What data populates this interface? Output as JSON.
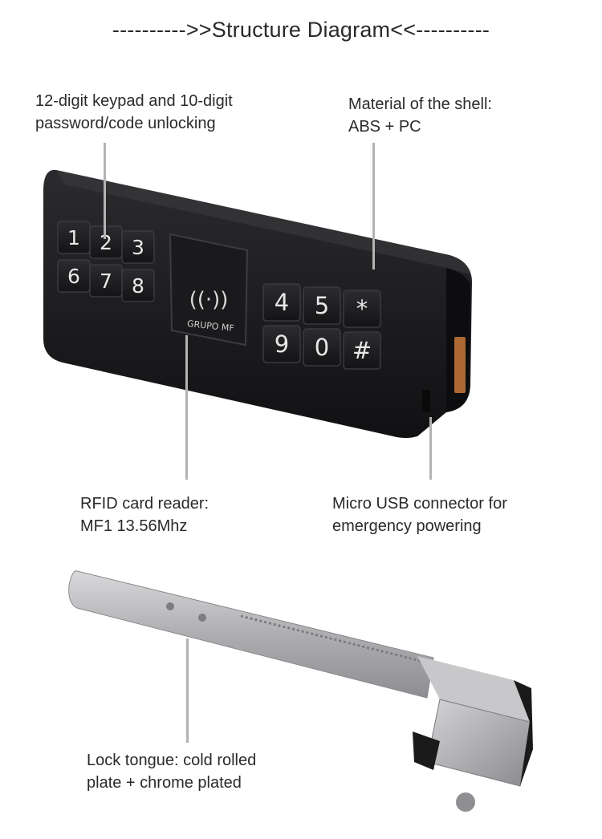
{
  "title": "---------->>Structure Diagram<<----------",
  "callouts": {
    "keypad": {
      "line1": "12-digit keypad and 10-digit",
      "line2": "password/code unlocking"
    },
    "shell": {
      "line1": "Material of the shell:",
      "line2": "ABS + PC"
    },
    "rfid": {
      "line1": "RFID card reader:",
      "line2": "MF1 13.56Mhz"
    },
    "usb": {
      "line1": "Micro USB connector for",
      "line2": "emergency powering"
    },
    "tongue": {
      "line1": "Lock tongue: cold rolled",
      "line2": "plate + chrome plated"
    }
  },
  "keypad": {
    "left_keys": [
      "1",
      "2",
      "3",
      "6",
      "7",
      "8"
    ],
    "right_keys": [
      "4",
      "5",
      "*",
      "9",
      "0",
      "#"
    ],
    "rfid_logo": "((·))",
    "brand": "GRUPO MF"
  },
  "colors": {
    "body": "#1c1c1e",
    "key": "#1f1f22",
    "key_text": "#e8e8e8",
    "leader": "#b3b3b3",
    "metal": "#b9b9bb"
  }
}
